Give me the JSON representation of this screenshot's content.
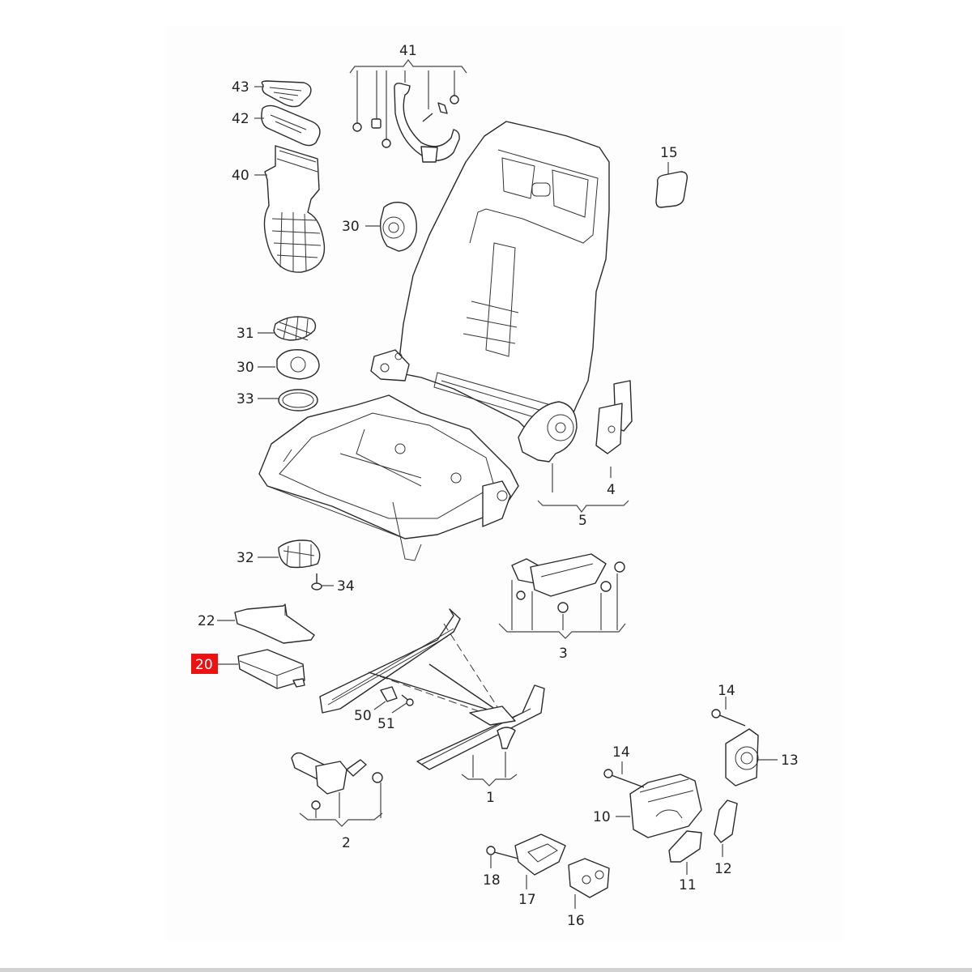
{
  "diagram": {
    "title": "Front seat frame — exploded parts diagram",
    "highlighted_part": "20",
    "highlight_color": "#ee1111",
    "callouts": [
      {
        "id": "41",
        "label": "41",
        "part": "retaining bracket with clips and screws"
      },
      {
        "id": "43",
        "label": "43",
        "part": "air outlet grille"
      },
      {
        "id": "42",
        "label": "42",
        "part": "air duct housing"
      },
      {
        "id": "40",
        "label": "40",
        "part": "blower fan with duct"
      },
      {
        "id": "30a",
        "label": "30",
        "part": "fan unit (backrest)"
      },
      {
        "id": "15",
        "label": "15",
        "part": "switch"
      },
      {
        "id": "31",
        "label": "31",
        "part": "mesh cover"
      },
      {
        "id": "30b",
        "label": "30",
        "part": "fan unit (cushion)"
      },
      {
        "id": "33",
        "label": "33",
        "part": "seal ring"
      },
      {
        "id": "5",
        "label": "5",
        "part": "recliner assembly"
      },
      {
        "id": "4",
        "label": "4",
        "part": "recliner motor"
      },
      {
        "id": "32",
        "label": "32",
        "part": "fan unit (lower)"
      },
      {
        "id": "34",
        "label": "34",
        "part": "screw"
      },
      {
        "id": "3",
        "label": "3",
        "part": "height adjustment motor set"
      },
      {
        "id": "22",
        "label": "22",
        "part": "bracket"
      },
      {
        "id": "20",
        "label": "20",
        "part": "control unit"
      },
      {
        "id": "50",
        "label": "50",
        "part": "clip"
      },
      {
        "id": "51",
        "label": "51",
        "part": "screw"
      },
      {
        "id": "1",
        "label": "1",
        "part": "seat rail set"
      },
      {
        "id": "14a",
        "label": "14",
        "part": "screw"
      },
      {
        "id": "13",
        "label": "13",
        "part": "switch housing"
      },
      {
        "id": "14b",
        "label": "14",
        "part": "screw"
      },
      {
        "id": "10",
        "label": "10",
        "part": "seat adjustment switch"
      },
      {
        "id": "2",
        "label": "2",
        "part": "longitudinal adjustment motor set"
      },
      {
        "id": "12",
        "label": "12",
        "part": "switch knob (backrest)"
      },
      {
        "id": "11",
        "label": "11",
        "part": "switch knob (seat)"
      },
      {
        "id": "18",
        "label": "18",
        "part": "screw"
      },
      {
        "id": "17",
        "label": "17",
        "part": "switch bezel"
      },
      {
        "id": "16",
        "label": "16",
        "part": "memory switch"
      }
    ]
  }
}
